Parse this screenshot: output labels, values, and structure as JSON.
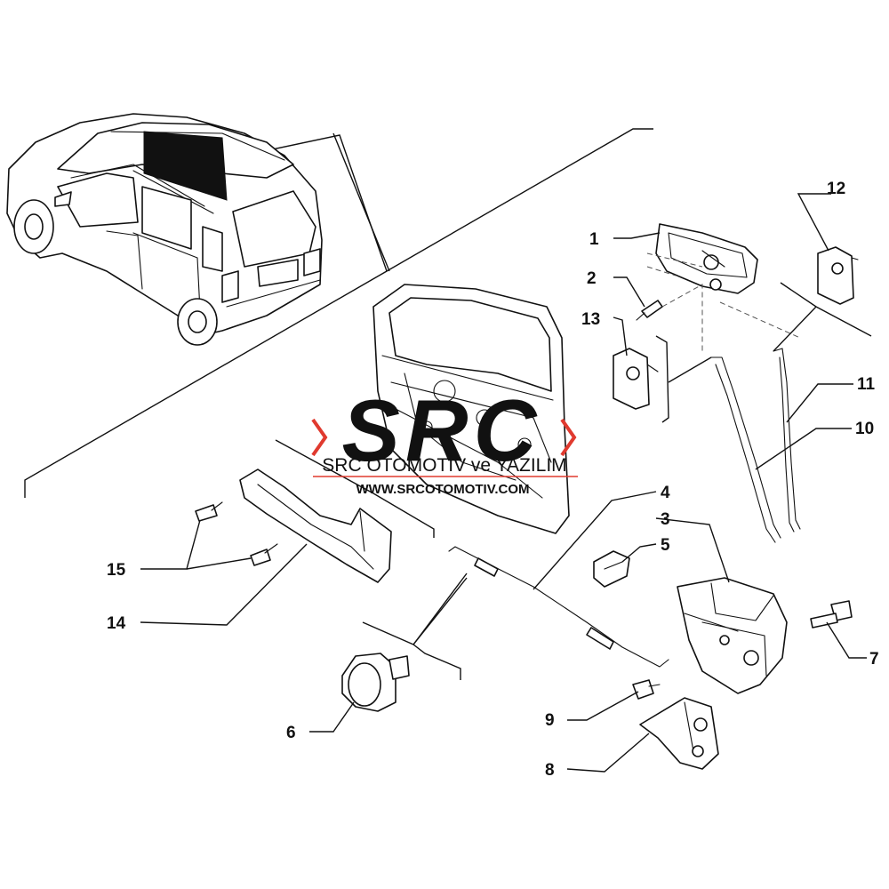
{
  "callouts": {
    "c1": "1",
    "c2": "2",
    "c3": "3",
    "c4": "4",
    "c5": "5",
    "c6": "6",
    "c7": "7",
    "c8": "8",
    "c9": "9",
    "c10": "10",
    "c11": "11",
    "c12": "12",
    "c13": "13",
    "c14": "14",
    "c15": "15"
  },
  "watermark": {
    "logo": "SRC",
    "company": "SRC OTOMOTİV ve YAZILIM",
    "url": "WWW.SRCOTOMOTIV.COM",
    "accent_color": "#e03a2f",
    "logo_color": "#111111"
  }
}
